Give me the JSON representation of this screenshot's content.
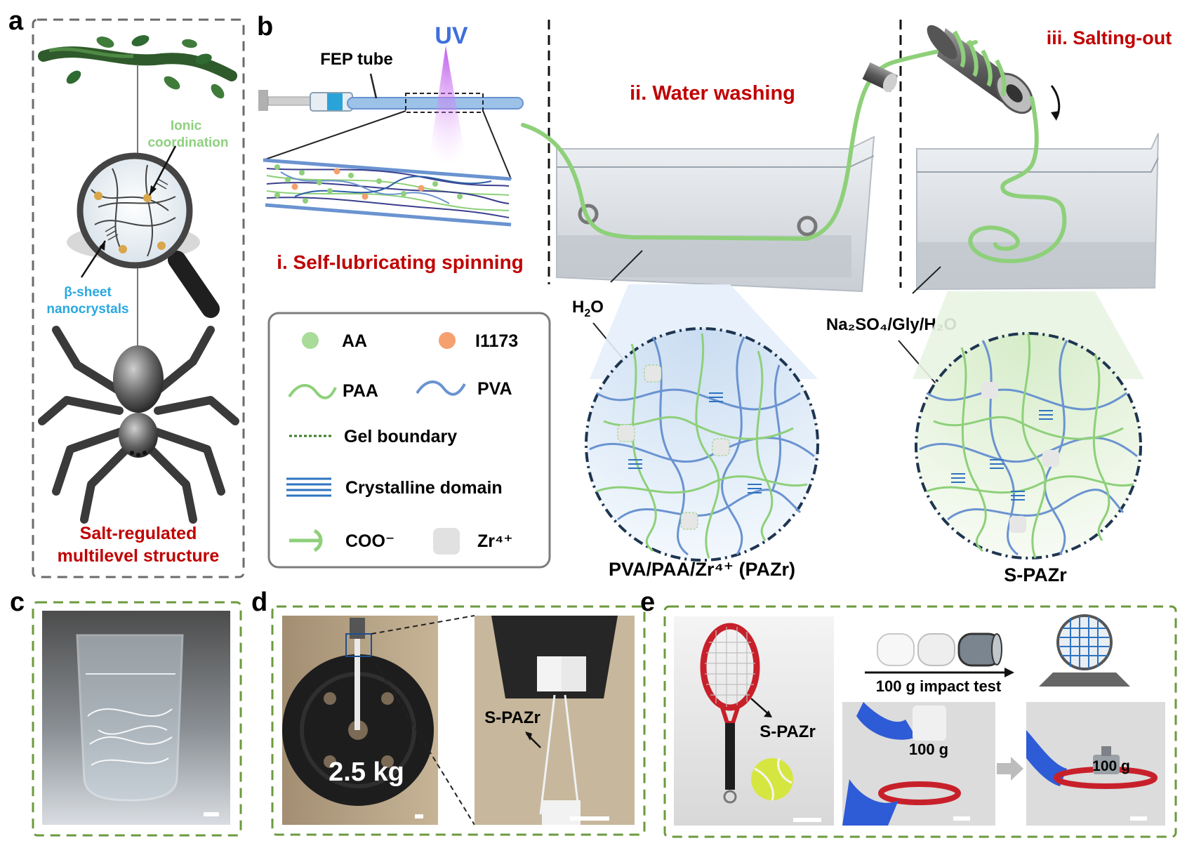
{
  "figure": {
    "panels": {
      "a": {
        "letter": "a",
        "ionic_line1": "Ionic",
        "ionic_line2": "coordination",
        "beta_line1": "β-sheet",
        "beta_line2": "nanocrystals",
        "caption_line1": "Salt-regulated",
        "caption_line2": "multilevel structure"
      },
      "b": {
        "letter": "b",
        "uv": "UV",
        "fep_tube": "FEP tube",
        "step1": "i. Self-lubricating spinning",
        "step2": "ii. Water washing",
        "step3": "iii. Salting-out",
        "water": "H",
        "water_sub": "2",
        "water_tail": "O",
        "salt_solution": "Na₂SO₄/Gly/H₂O",
        "network_left_title": "PVA/PAA/Zr⁴⁺ (PAZr)",
        "network_right_title": "S-PAZr",
        "legend": {
          "aa": "AA",
          "i1173": "I1173",
          "paa": "PAA",
          "pva": "PVA",
          "gel_boundary": "Gel boundary",
          "crystalline_domain": "Crystalline domain",
          "coo": "COO⁻",
          "zr": "Zr⁴⁺"
        }
      },
      "c": {
        "letter": "c"
      },
      "d": {
        "letter": "d",
        "weight": "2.5 kg",
        "fiber_label": "S-PAZr"
      },
      "e": {
        "letter": "e",
        "fiber_label": "S-PAZr",
        "impact_test": "100 g impact test",
        "weight_left": "100 g",
        "weight_right": "100 g"
      }
    },
    "colors": {
      "red_text": "#c00000",
      "green_fiber": "#8ed07a",
      "blue_chain": "#6a93d0",
      "panel_border_gray": "#6b6b6b",
      "panel_border_green": "#6c9a3c",
      "uv_blue": "#3f6fd8"
    }
  }
}
